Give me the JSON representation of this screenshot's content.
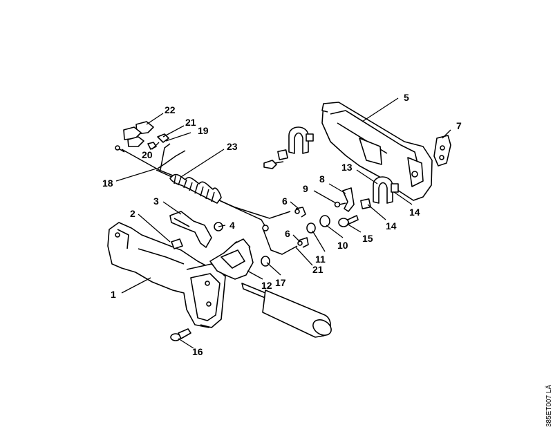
{
  "callouts": [
    {
      "id": "c1",
      "label": "1"
    },
    {
      "id": "c2",
      "label": "2"
    },
    {
      "id": "c3",
      "label": "3"
    },
    {
      "id": "c4",
      "label": "4"
    },
    {
      "id": "c5",
      "label": "5"
    },
    {
      "id": "c6a",
      "label": "6"
    },
    {
      "id": "c6b",
      "label": "6"
    },
    {
      "id": "c7",
      "label": "7"
    },
    {
      "id": "c8",
      "label": "8"
    },
    {
      "id": "c9",
      "label": "9"
    },
    {
      "id": "c10",
      "label": "10"
    },
    {
      "id": "c11",
      "label": "11"
    },
    {
      "id": "c12",
      "label": "12"
    },
    {
      "id": "c13",
      "label": "13"
    },
    {
      "id": "c14a",
      "label": "14"
    },
    {
      "id": "c14b",
      "label": "14"
    },
    {
      "id": "c15",
      "label": "15"
    },
    {
      "id": "c16",
      "label": "16"
    },
    {
      "id": "c17",
      "label": "17"
    },
    {
      "id": "c18",
      "label": "18"
    },
    {
      "id": "c19",
      "label": "19"
    },
    {
      "id": "c20",
      "label": "20"
    },
    {
      "id": "c21a",
      "label": "21"
    },
    {
      "id": "c21b",
      "label": "21"
    },
    {
      "id": "c22",
      "label": "22"
    },
    {
      "id": "c23",
      "label": "23"
    }
  ],
  "drawing_code": "385ET007 LÄ"
}
